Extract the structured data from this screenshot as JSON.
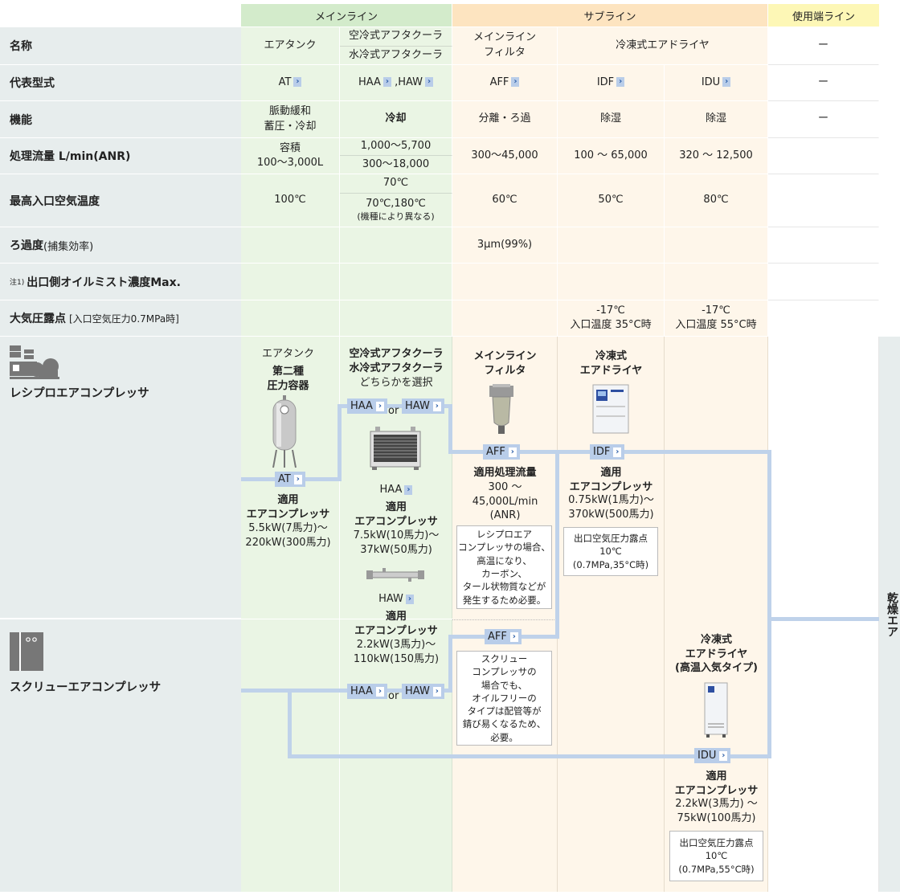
{
  "header": {
    "main": "メインライン",
    "sub": "サブライン",
    "end": "使用端ライン"
  },
  "rows": {
    "name": {
      "label": "名称",
      "c1": "エアタンク",
      "c2a": "空冷式アフタクーラ",
      "c2b": "水冷式アフタクーラ",
      "c3": "メインライン\nフィルタ",
      "c4": "冷凍式エアドライヤ",
      "c6": "ー"
    },
    "model": {
      "label": "代表型式",
      "c1": "AT",
      "c2a": "HAA",
      "c2b": ",HAW",
      "c3": "AFF",
      "c4": "IDF",
      "c5": "IDU",
      "c6": "ー"
    },
    "function": {
      "label": "機能",
      "c1": "脈動緩和\n蓄圧・冷却",
      "c2": "冷却",
      "c3": "分離・ろ過",
      "c4": "除湿",
      "c5": "除湿",
      "c6": "ー"
    },
    "flow": {
      "label": "処理流量 L/min(ANR)",
      "c1": "容積\n100〜3,000L",
      "c2a": "1,000〜5,700",
      "c2b": "300〜18,000",
      "c3": "300〜45,000",
      "c4": "100 〜 65,000",
      "c5": "320 〜 12,500"
    },
    "temp": {
      "label": "最高入口空気温度",
      "c1": "100℃",
      "c2a": "70℃",
      "c2b": "70℃,180℃",
      "c2c": "(機種により異なる)",
      "c3": "60℃",
      "c4": "50℃",
      "c5": "80℃"
    },
    "filter": {
      "label": "ろ過度",
      "label_sub": "(捕集効率)",
      "c3": "3μm(99%)"
    },
    "oil": {
      "label_note": "注1)",
      "label": "出口側オイルミスト濃度Max."
    },
    "dew": {
      "label": "大気圧露点",
      "label_sub": "[入口空気圧力0.7MPa時]",
      "c4": "-17℃\n入口温度 35°C時",
      "c5": "-17℃\n入口温度 55°C時"
    }
  },
  "flow_section": {
    "recip_label": "レシプロエアコンプレッサ",
    "screw_label": "スクリューエアコンプレッサ",
    "dry_air": "乾燥エア",
    "or": "or",
    "tank": {
      "title": "エアタンク",
      "title2": "第二種\n圧力容器",
      "tag": "AT",
      "apply": "適用\nエアコンプレッサ",
      "range": "5.5kW(7馬力)〜\n220kW(300馬力)"
    },
    "cooler": {
      "title": "空冷式アフタクーラ\n水冷式アフタクーラ",
      "choose": "どちらかを選択",
      "tag_haa": "HAA",
      "tag_haw": "HAW",
      "haa_label": "HAA",
      "haa_apply": "適用\nエアコンプレッサ",
      "haa_range": "7.5kW(10馬力)〜\n37kW(50馬力)",
      "haw_label": "HAW",
      "haw_apply": "適用\nエアコンプレッサ",
      "haw_range": "2.2kW(3馬力)〜\n110kW(150馬力)"
    },
    "filter": {
      "title": "メインライン\nフィルタ",
      "tag": "AFF",
      "apply": "適用処理流量",
      "range": "300 〜\n45,000L/min\n(ANR)",
      "note1": "レシプロエア\nコンプレッサの場合、\n高温になり、\nカーボン、\nタール状物質などが\n発生するため必要。",
      "note2": "スクリュー\nコンプレッサの\n場合でも、\nオイルフリーの\nタイプは配管等が\n錆び易くなるため、\n必要。"
    },
    "dryer1": {
      "title": "冷凍式\nエアドライヤ",
      "tag": "IDF",
      "apply": "適用\nエアコンプレッサ",
      "range": "0.75kW(1馬力)〜\n370kW(500馬力)",
      "note": "出口空気圧力露点\n10℃\n(0.7MPa,35°C時)"
    },
    "dryer2": {
      "title": "冷凍式\nエアドライヤ\n(高温入気タイプ)",
      "tag": "IDU",
      "apply": "適用\nエアコンプレッサ",
      "range": "2.2kW(3馬力) 〜\n75kW(100馬力)",
      "note": "出口空気圧力露点\n10℃\n(0.7MPa,55°C時)"
    }
  },
  "colors": {
    "main_header": "#d3ebcb",
    "sub_header": "#fde4c0",
    "end_header": "#fdf7b6",
    "line": "#bfd2ea",
    "tag": "#b9cde9"
  }
}
